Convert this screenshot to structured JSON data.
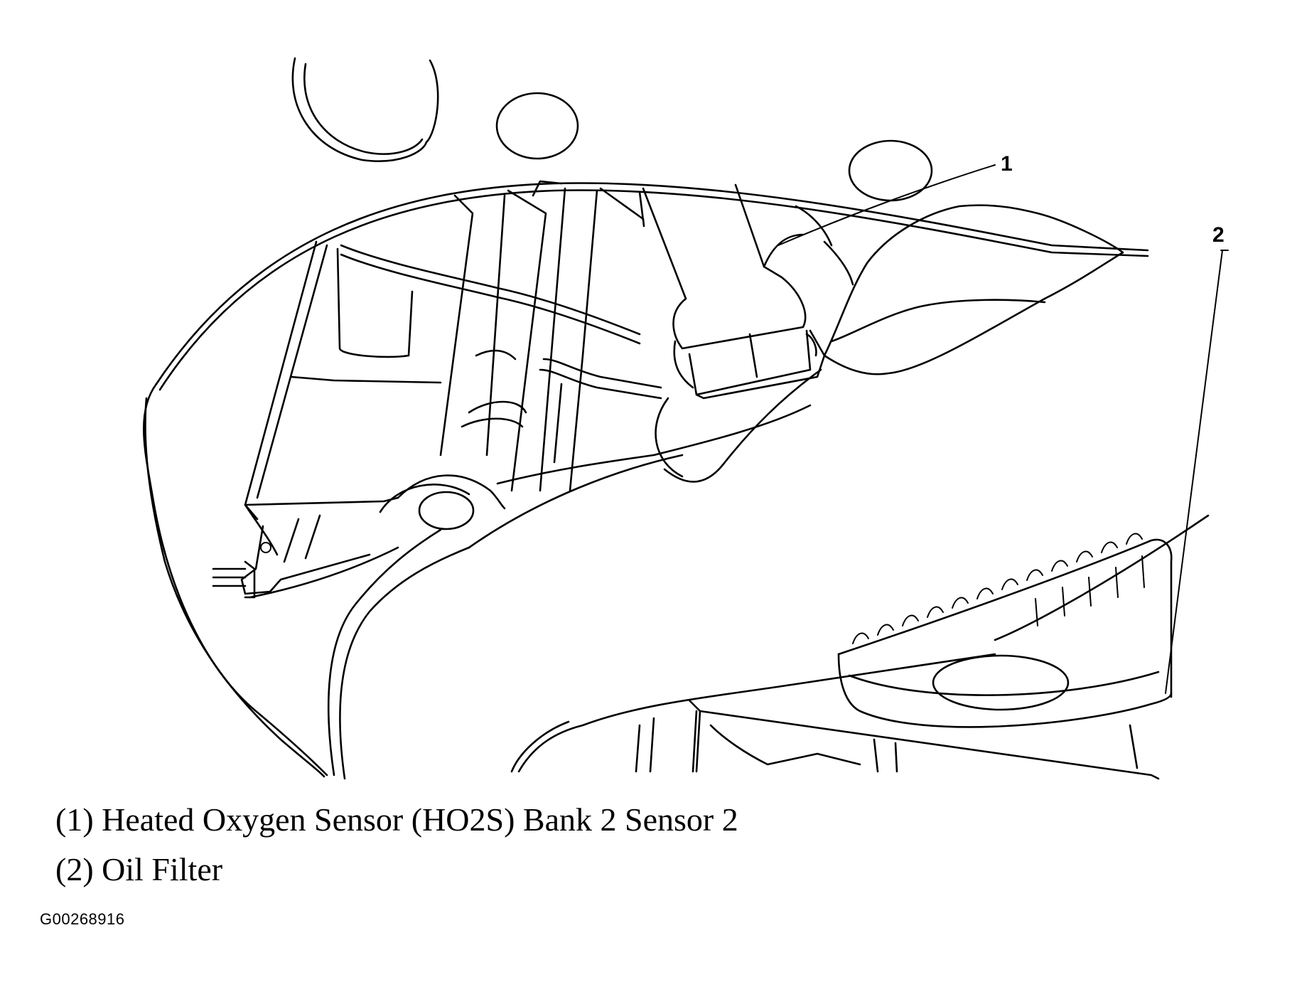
{
  "callouts": [
    {
      "number": "1",
      "label": "(1) Heated Oxygen Sensor (HO2S) Bank 2 Sensor 2"
    },
    {
      "number": "2",
      "label": "(2) Oil Filter"
    }
  ],
  "figure_id": "G00268916"
}
